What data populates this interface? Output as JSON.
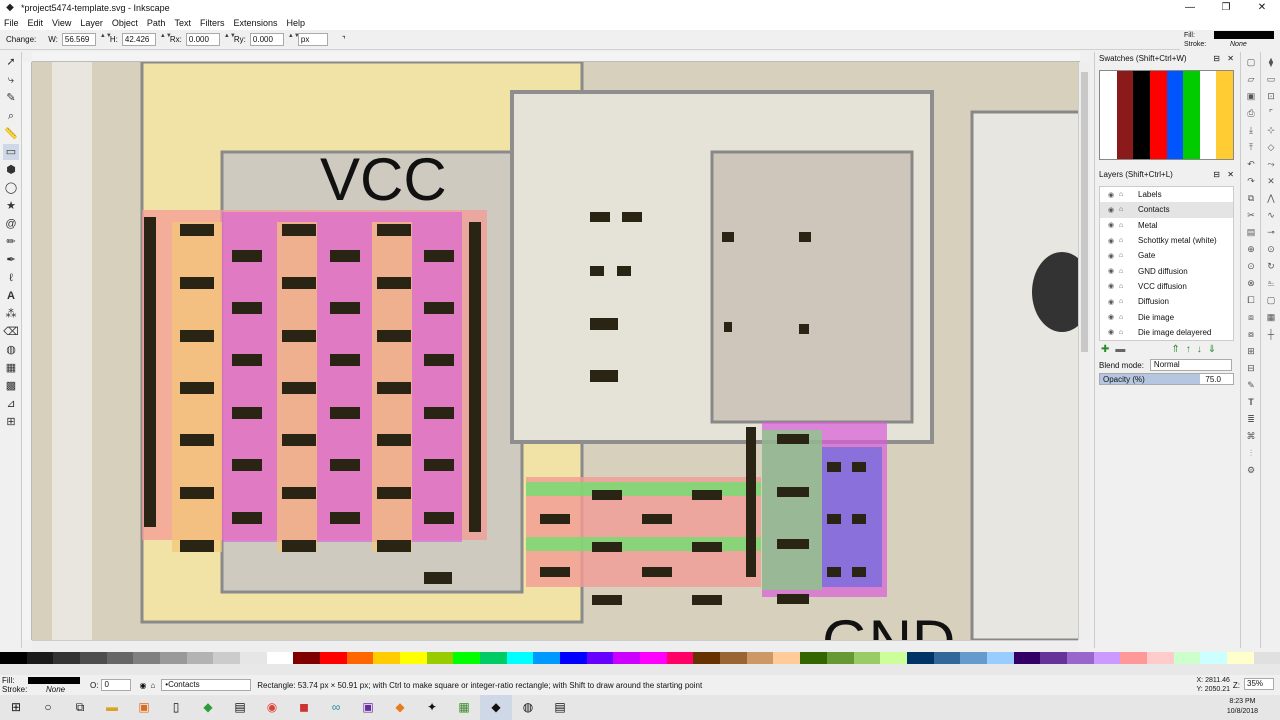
{
  "window": {
    "title": "*project5474-template.svg - Inkscape",
    "minimize": "—",
    "maximize": "❐",
    "close": "✕"
  },
  "menu": [
    "File",
    "Edit",
    "View",
    "Layer",
    "Object",
    "Path",
    "Text",
    "Filters",
    "Extensions",
    "Help"
  ],
  "fill_stroke": {
    "fill_label": "Fill:",
    "stroke_label": "Stroke:",
    "stroke_value": "None",
    "fill_color": "#000000"
  },
  "controls": {
    "change_label": "Change:",
    "w_label": "W:",
    "w_value": "56.569",
    "h_label": "H:",
    "h_value": "42.426",
    "rx_label": "Rx:",
    "rx_value": "0.000",
    "ry_label": "Ry:",
    "ry_value": "0.000",
    "unit": "px"
  },
  "canvas": {
    "vcc_label": "VCC",
    "gnd_label": "GND"
  },
  "swatches": {
    "title": "Swatches (Shift+Ctrl+W)",
    "colors": [
      "#ffffff",
      "#8b1a1a",
      "#000000",
      "#ff0000",
      "#0055ff",
      "#00cc00",
      "#ffffff",
      "#ffcc33"
    ]
  },
  "layers": {
    "title": "Layers (Shift+Ctrl+L)",
    "items": [
      "Labels",
      "Contacts",
      "Metal",
      "Schottky metal (white)",
      "Gate",
      "GND diffusion",
      "VCC diffusion",
      "Diffusion",
      "Die image",
      "Die image delayered"
    ],
    "selected_index": 1,
    "blend_label": "Blend mode:",
    "blend_value": "Normal",
    "opacity_label": "Opacity (%)",
    "opacity_value": "75.0",
    "opacity_fraction": 0.75
  },
  "status": {
    "fill_label": "Fill:",
    "stroke_label": "Stroke:",
    "stroke_value": "None",
    "o_label": "O:",
    "o_value": "0",
    "layer": "•Contacts",
    "message": "Rectangle: 53.74 px × 50.91 px; with Ctrl to make square or integer-ratio rectangle; with Shift to draw around the starting point",
    "x_coord": "X: 2811.46",
    "y_coord": "Y: 2050.21",
    "z_label": "Z:",
    "zoom": "35%"
  },
  "taskbar": {
    "time": "8:23 PM",
    "date": "10/8/2018"
  }
}
